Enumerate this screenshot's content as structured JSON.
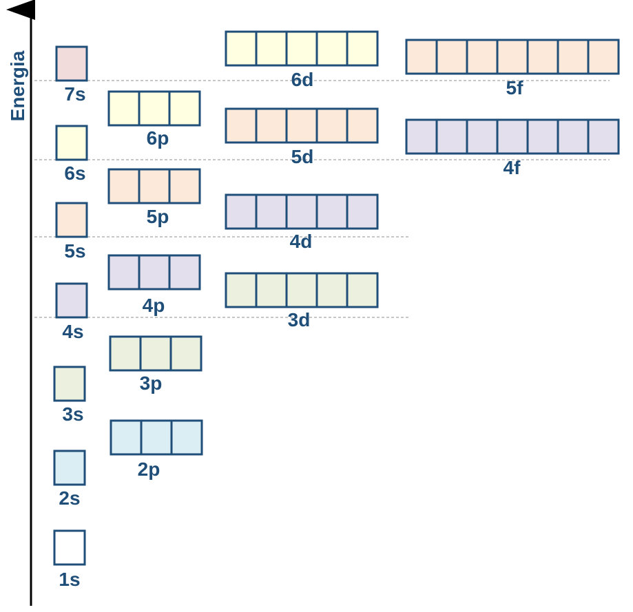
{
  "axis": {
    "label": "Energia"
  },
  "colors": {
    "border": "#1f4e79",
    "label": "#1f4e79",
    "guide": "#8c8c8c",
    "white": "#ffffff",
    "blue": "#dbeef4",
    "green": "#ebf1de",
    "lavender": "#e4dfec",
    "peach": "#fde9d9",
    "yellow": "#ffffe1",
    "pink": "#f2dcdb"
  },
  "orbitals": [
    {
      "id": "1s",
      "label": "1s",
      "boxes": 1,
      "color": "white"
    },
    {
      "id": "2s",
      "label": "2s",
      "boxes": 1,
      "color": "blue"
    },
    {
      "id": "2p",
      "label": "2p",
      "boxes": 3,
      "color": "blue"
    },
    {
      "id": "3s",
      "label": "3s",
      "boxes": 1,
      "color": "green"
    },
    {
      "id": "3p",
      "label": "3p",
      "boxes": 3,
      "color": "green"
    },
    {
      "id": "4s",
      "label": "4s",
      "boxes": 1,
      "color": "lavender"
    },
    {
      "id": "3d",
      "label": "3d",
      "boxes": 5,
      "color": "green"
    },
    {
      "id": "4p",
      "label": "4p",
      "boxes": 3,
      "color": "lavender"
    },
    {
      "id": "5s",
      "label": "5s",
      "boxes": 1,
      "color": "peach"
    },
    {
      "id": "4d",
      "label": "4d",
      "boxes": 5,
      "color": "lavender"
    },
    {
      "id": "5p",
      "label": "5p",
      "boxes": 3,
      "color": "peach"
    },
    {
      "id": "6s",
      "label": "6s",
      "boxes": 1,
      "color": "yellow"
    },
    {
      "id": "4f",
      "label": "4f",
      "boxes": 7,
      "color": "lavender"
    },
    {
      "id": "5d",
      "label": "5d",
      "boxes": 5,
      "color": "peach"
    },
    {
      "id": "6p",
      "label": "6p",
      "boxes": 3,
      "color": "yellow"
    },
    {
      "id": "7s",
      "label": "7s",
      "boxes": 1,
      "color": "pink"
    },
    {
      "id": "5f",
      "label": "5f",
      "boxes": 7,
      "color": "peach"
    },
    {
      "id": "6d",
      "label": "6d",
      "boxes": 5,
      "color": "yellow"
    }
  ]
}
